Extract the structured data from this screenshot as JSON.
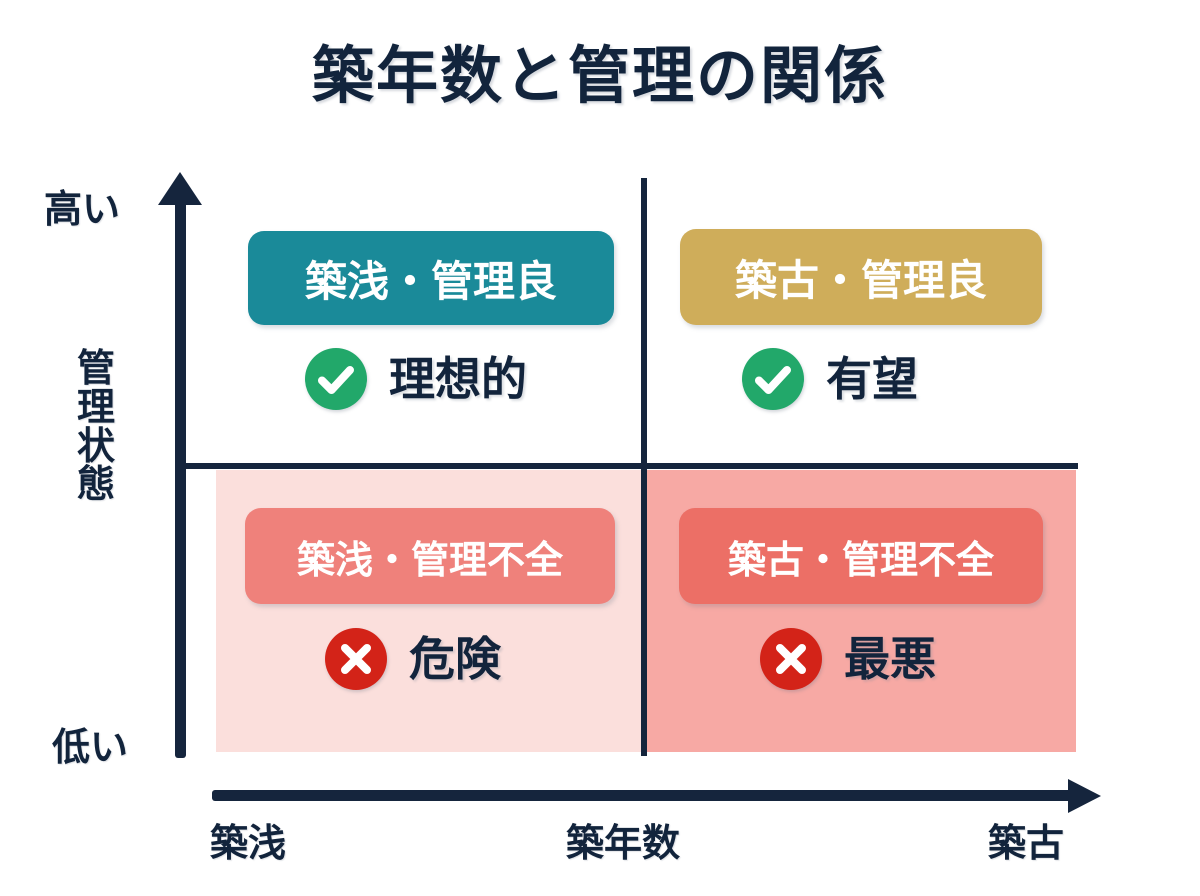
{
  "title": "築年数と管理の関係",
  "axes": {
    "y": {
      "label": "管理状態",
      "high": "高い",
      "low": "低い",
      "arrow_icon": "arrow-up-icon"
    },
    "x": {
      "label": "築年数",
      "left": "築浅",
      "right": "築古",
      "arrow_icon": "arrow-right-icon"
    }
  },
  "quadrants": [
    {
      "id": "top-left",
      "heading": "築浅・管理良",
      "verdict": "理想的",
      "status": "good",
      "status_icon": "check-circle-icon",
      "pill_color": "#1a8a99",
      "fill_color": "#ffffff"
    },
    {
      "id": "top-right",
      "heading": "築古・管理良",
      "verdict": "有望",
      "status": "good",
      "status_icon": "check-circle-icon",
      "pill_color": "#cfad5a",
      "fill_color": "#ffffff"
    },
    {
      "id": "bottom-left",
      "heading": "築浅・管理不全",
      "verdict": "危険",
      "status": "bad",
      "status_icon": "x-circle-icon",
      "pill_color": "#ef817b",
      "fill_color": "#fbdfdc"
    },
    {
      "id": "bottom-right",
      "heading": "築古・管理不全",
      "verdict": "最悪",
      "status": "bad",
      "status_icon": "x-circle-icon",
      "pill_color": "#ec6f66",
      "fill_color": "#f7a9a4"
    }
  ],
  "colors": {
    "ink": "#12243c",
    "axis": "#15253d",
    "good_badge": "#22a86a",
    "bad_badge": "#d32318",
    "background": "#ffffff"
  }
}
